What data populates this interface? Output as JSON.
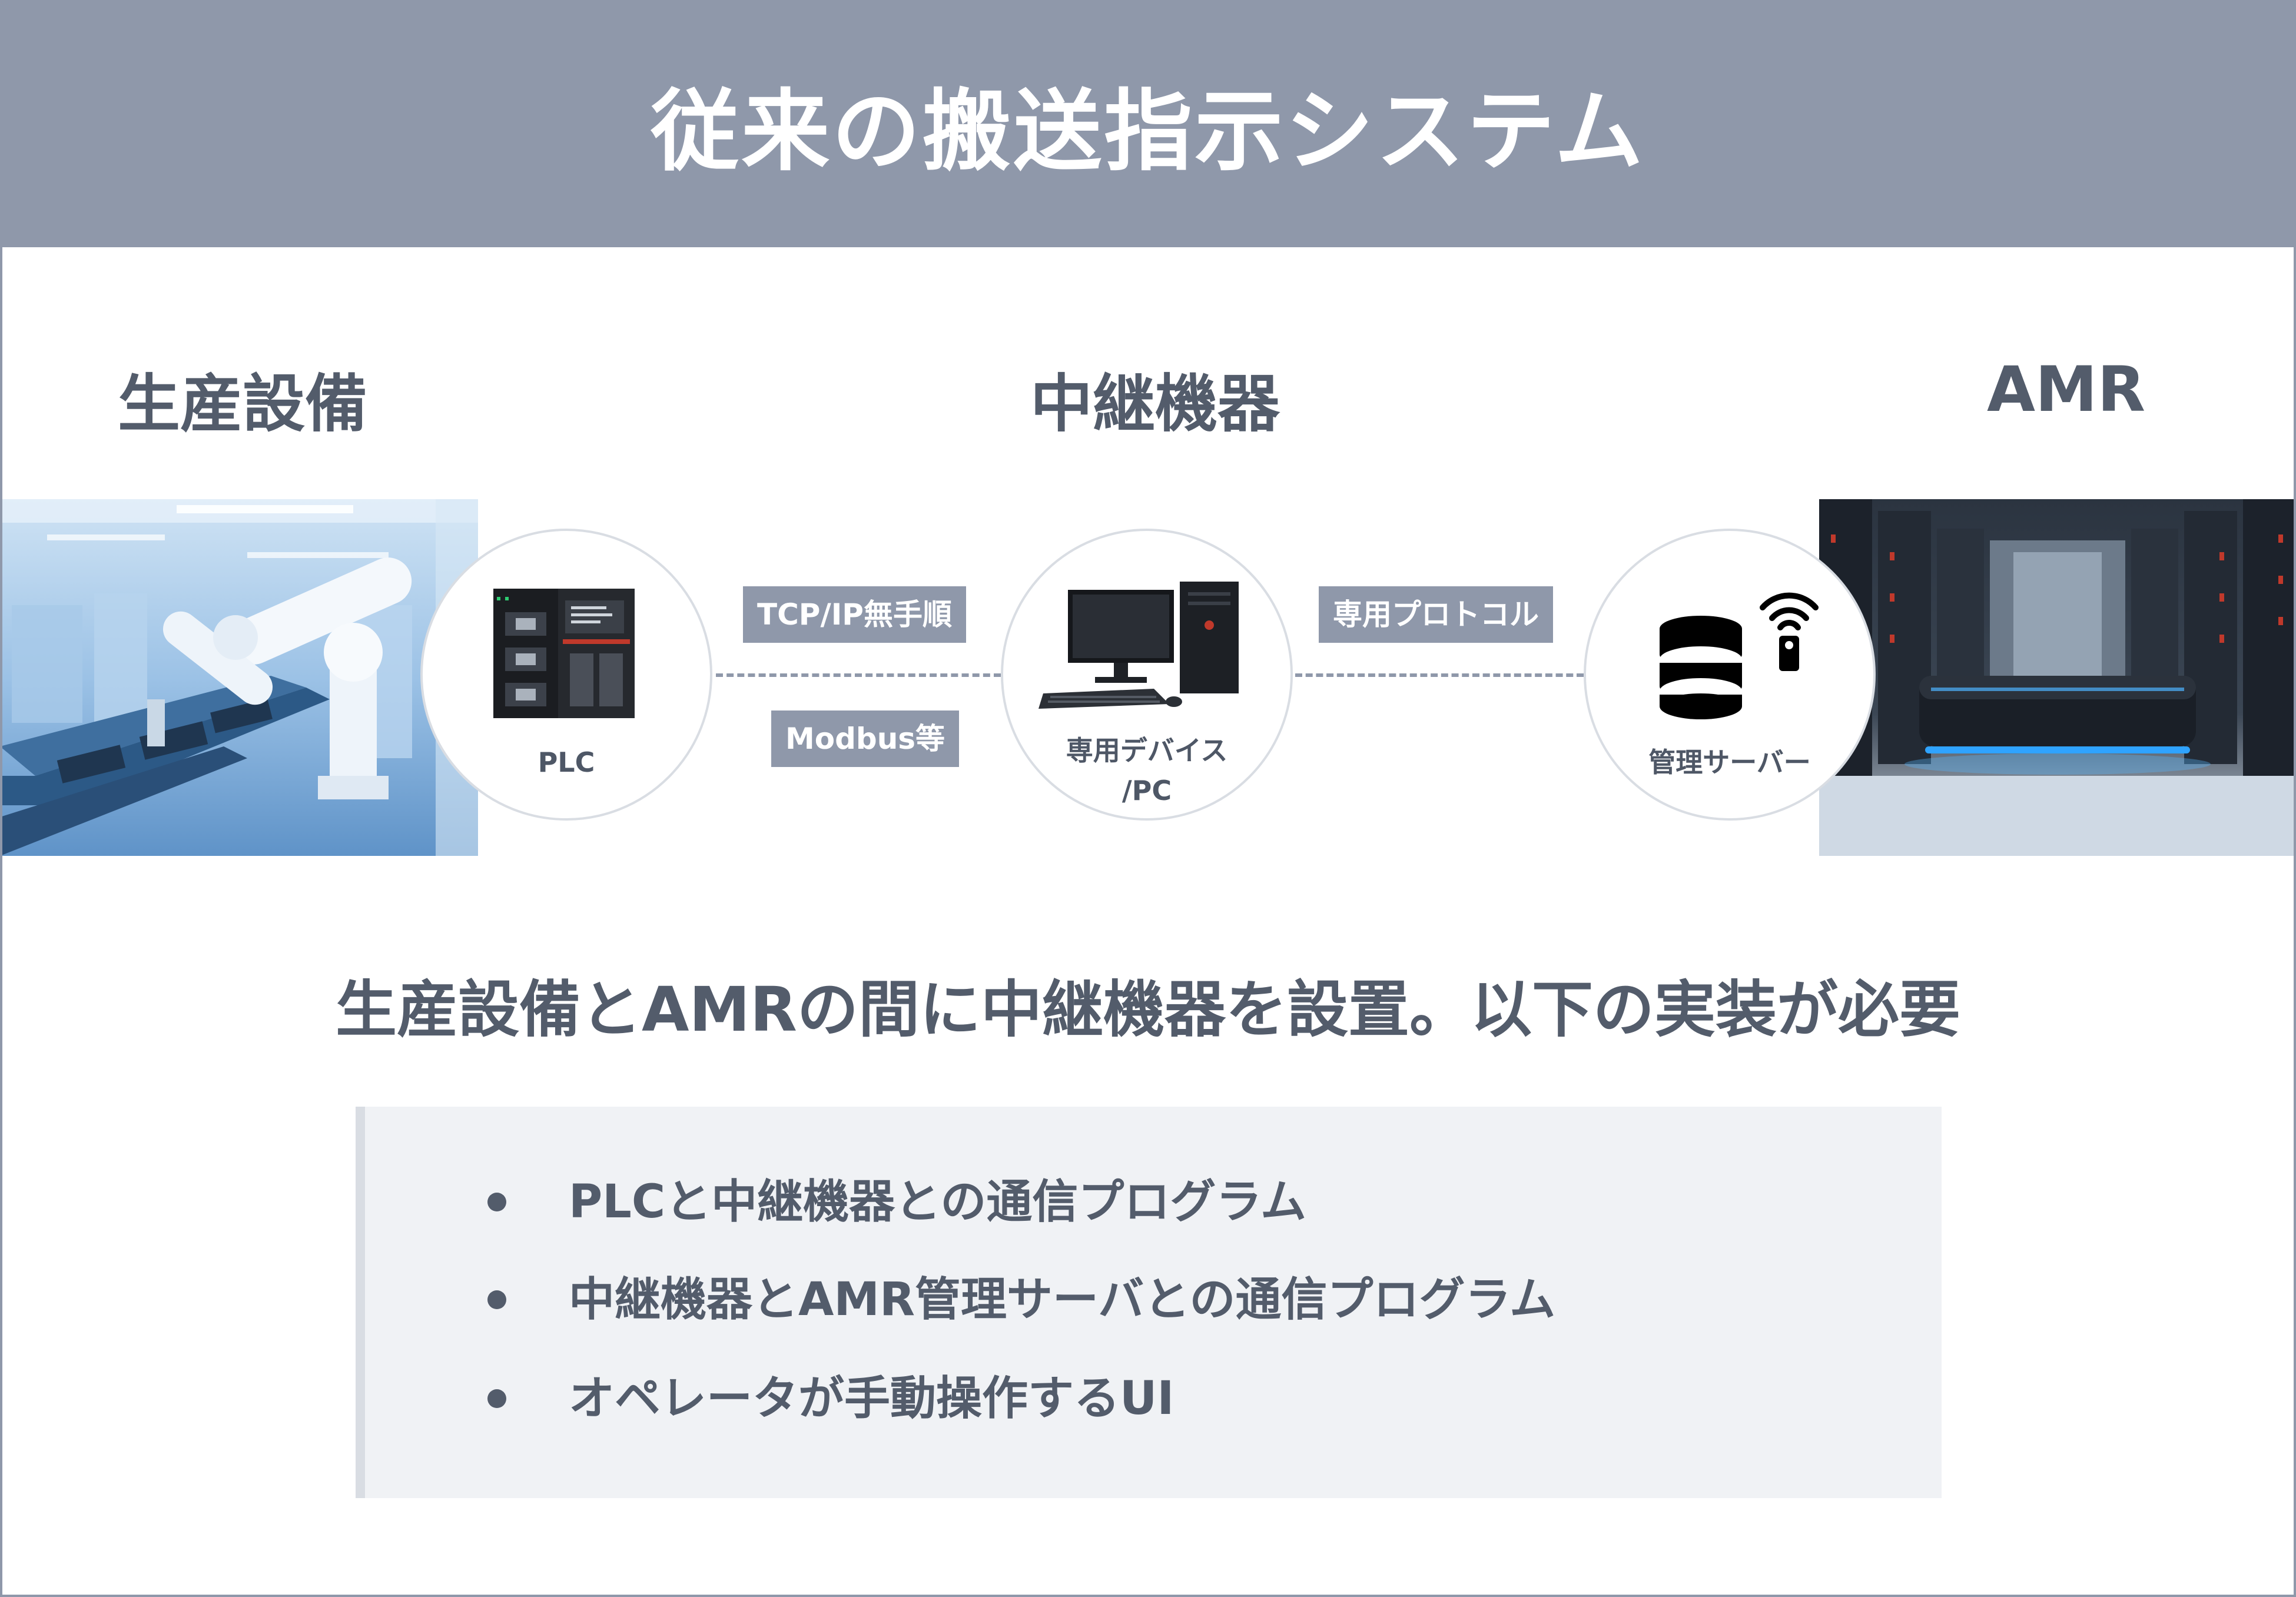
{
  "title": "従来の搬送指示システム",
  "columns": {
    "left": "生産設備",
    "center": "中継機器",
    "right": "AMR"
  },
  "nodes": {
    "plc": "PLC",
    "device_line1": "専用デバイス",
    "device_line2": "/PC",
    "server": "管理サーバー"
  },
  "links": {
    "left_top": "TCP/IP無手順",
    "left_bottom": "Modbus等",
    "right_top": "専用プロトコル"
  },
  "summary": "生産設備とAMRの間に中継機器を設置。以下の実装が必要",
  "requirements": [
    "PLCと中継機器との通信プログラム",
    "中継機器とAMR管理サーバとの通信プログラム",
    "オペレータが手動操作するUI"
  ],
  "colors": {
    "header": "#8f98aa",
    "text": "#535c6b",
    "panel": "#f0f2f5",
    "panel_border": "#d9dde3"
  },
  "icons": {
    "plc": "plc-module-icon",
    "device": "desktop-pc-icon",
    "server": "database-icon",
    "wireless": "wifi-signal-icon"
  }
}
